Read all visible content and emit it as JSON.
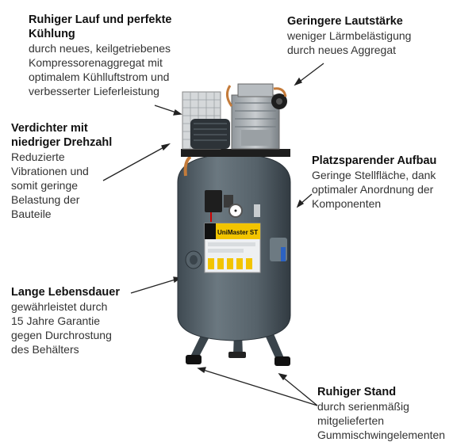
{
  "features": {
    "cooling": {
      "title": "Ruhiger Lauf und perfekte\nKühlung",
      "text": "durch neues, keilgetriebenes\nKompressorenaggregat mit\noptimalem Kühlluftstrom und\nverbesserter Lieferleistung"
    },
    "noise": {
      "title": "Geringere Lautstärke",
      "text": "weniger Lärmbelästigung\ndurch neues Aggregat"
    },
    "compressor": {
      "title": "Verdichter mit\nniedriger Drehzahl",
      "text": "Reduzierte\nVibrationen und\nsomit geringe\nBelastung der\nBauteile"
    },
    "space": {
      "title": "Platzsparender Aufbau",
      "text": "Geringe Stellfläche, dank\noptimaler Anordnung der\nKomponenten"
    },
    "lifetime": {
      "title": "Lange Lebensdauer",
      "text": "gewährleistet durch\n15 Jahre Garantie\ngegen Durchrostung\ndes Behälters"
    },
    "stand": {
      "title": "Ruhiger Stand",
      "text": "durch serienmäßig\nmitgelieferten\nGummischwingelementen"
    }
  },
  "product_label": "UniMaster ST"
}
